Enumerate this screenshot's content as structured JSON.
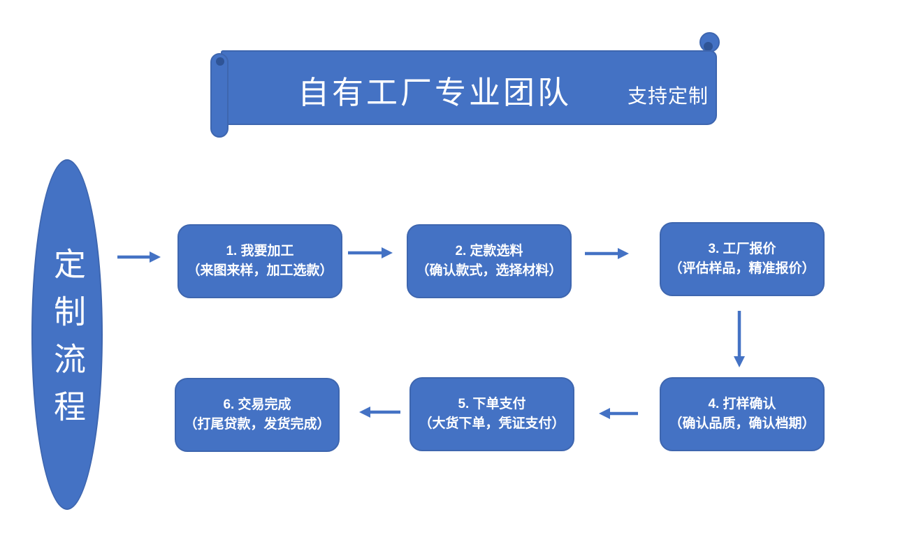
{
  "banner": {
    "title": "自有工厂专业团队",
    "badge": "支持定制"
  },
  "process_label": "定制流程",
  "steps": [
    {
      "title": "1. 我要加工",
      "subtitle": "（来图来样，加工选款）"
    },
    {
      "title": "2. 定款选料",
      "subtitle": "（确认款式，选择材料）"
    },
    {
      "title": "3. 工厂报价",
      "subtitle": "（评估样品，精准报价）"
    },
    {
      "title": "4. 打样确认",
      "subtitle": "（确认品质，确认档期）"
    },
    {
      "title": "5. 下单支付",
      "subtitle": "（大货下单，凭证支付）"
    },
    {
      "title": "6. 交易完成",
      "subtitle": "（打尾贷款，发货完成）"
    }
  ],
  "colors": {
    "primary": "#4472C4",
    "border": "#3E66AF",
    "curl_shadow": "#2F5496",
    "text": "#FFFFFF",
    "arrow": "#4472C4"
  }
}
